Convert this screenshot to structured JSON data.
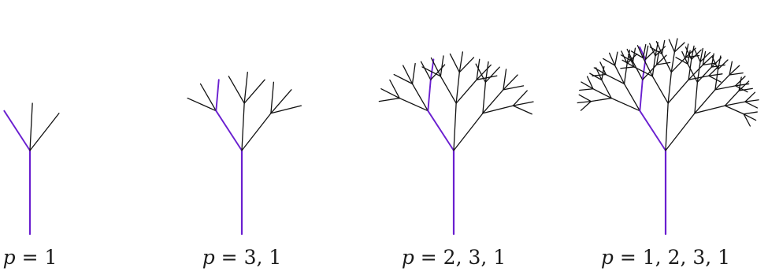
{
  "figure": {
    "colors": {
      "branch": "#111111",
      "path": "#6a1fd0",
      "background": "#ffffff"
    },
    "trees": [
      {
        "depth": 1,
        "highlight_path": [
          1
        ],
        "caption_var": "p",
        "caption_value": "= 1"
      },
      {
        "depth": 2,
        "highlight_path": [
          3,
          1
        ],
        "caption_var": "p",
        "caption_value": "= 3, 1"
      },
      {
        "depth": 3,
        "highlight_path": [
          2,
          3,
          1
        ],
        "caption_var": "p",
        "caption_value": "= 2, 3, 1"
      },
      {
        "depth": 4,
        "highlight_path": [
          1,
          2,
          3,
          1
        ],
        "caption_var": "p",
        "caption_value": "= 1, 2, 3, 1"
      }
    ]
  }
}
